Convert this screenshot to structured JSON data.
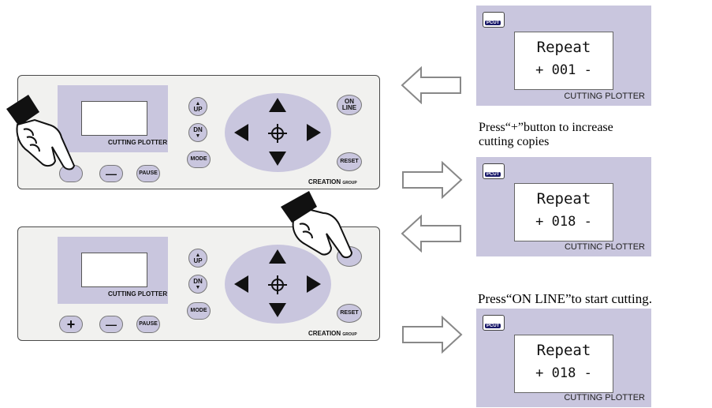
{
  "logo_text": "PCUT",
  "panel": {
    "plotter_label": "CUTTING PLOTTER",
    "up_label": "UP",
    "dn_label": "DN",
    "mode_label": "MODE",
    "on_line_label_1": "ON",
    "on_line_label_2": "LINE",
    "reset_label": "RESET",
    "pause_label": "PAUSE",
    "plus_label": "+",
    "minus_label": "—",
    "brand_label": "CREATION",
    "brand_suffix": "GROUP"
  },
  "displays": [
    {
      "line1": "Repeat",
      "line2": "+ 001 -",
      "footer": "CUTTING PLOTTER"
    },
    {
      "line1": "Repeat",
      "line2": "+ 018 -",
      "footer": "CUTTINC PLOTTER"
    },
    {
      "line1": "Repeat",
      "line2": "+ 018 -",
      "footer": "CUTTING PLOTTER"
    }
  ],
  "captions": {
    "increase_line1": "Press“+”button to increase",
    "increase_line2": "cutting copies",
    "start": "Press“ON LINE”to start cutting."
  },
  "colors": {
    "panel_fill": "#c9c6de",
    "panel_bg": "#f1f1ef"
  }
}
